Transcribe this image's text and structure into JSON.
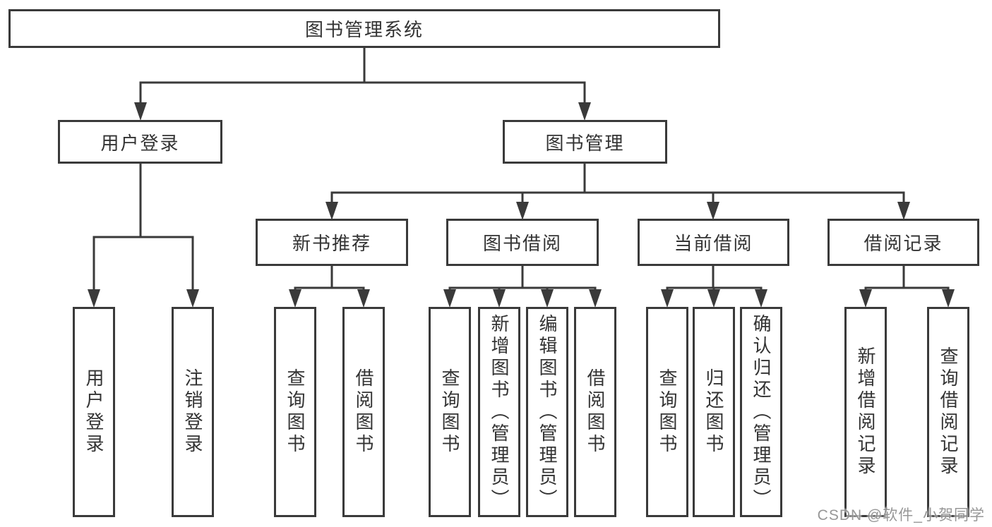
{
  "colors": {
    "background": "#ffffff",
    "line": "#3a3a3a",
    "text": "#333333",
    "watermark_text": "#808080"
  },
  "watermark": {
    "text": "CSDN @软件_小贺同学"
  },
  "tree": {
    "label": "图书管理系统",
    "children": [
      {
        "label": "用户登录",
        "children": [
          {
            "label": "用户登录"
          },
          {
            "label": "注销登录"
          }
        ]
      },
      {
        "label": "图书管理",
        "children": [
          {
            "label": "新书推荐",
            "children": [
              {
                "label": "查询图书"
              },
              {
                "label": "借阅图书"
              }
            ]
          },
          {
            "label": "图书借阅",
            "children": [
              {
                "label": "查询图书"
              },
              {
                "label": "新增图书（管理员）"
              },
              {
                "label": "编辑图书（管理员）"
              },
              {
                "label": "借阅图书"
              }
            ]
          },
          {
            "label": "当前借阅",
            "children": [
              {
                "label": "查询图书"
              },
              {
                "label": "归还图书"
              },
              {
                "label": "确认归还（管理员）"
              }
            ]
          },
          {
            "label": "借阅记录",
            "children": [
              {
                "label": "新增借阅记录"
              },
              {
                "label": "查询借阅记录"
              }
            ]
          }
        ]
      }
    ]
  }
}
